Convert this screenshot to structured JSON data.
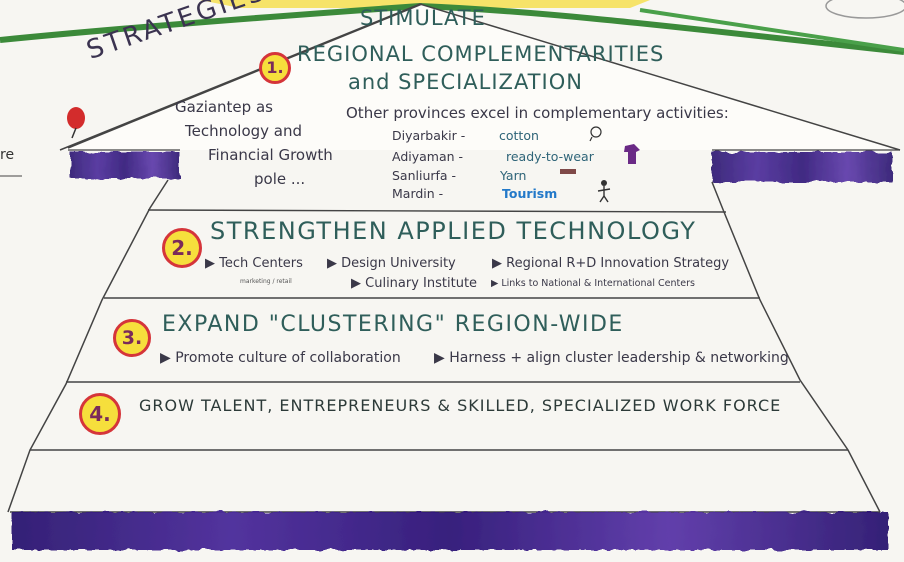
{
  "header_label": "STRATEGIES",
  "tiers": [
    {
      "number": "1.",
      "title_line1": "STIMULATE",
      "title_line2": "REGIONAL COMPLEMENTARITIES",
      "title_line3": "and SPECIALIZATION",
      "left_note": [
        "Gaziantep as",
        "Technology and",
        "Financial Growth",
        "pole ..."
      ],
      "right_note_title": "Other provinces excel in complementary activities:",
      "provinces": [
        {
          "name": "Diyarbakir -",
          "activity": "cotton"
        },
        {
          "name": "Adiyaman -",
          "activity": "ready-to-wear"
        },
        {
          "name": "Sanliurfa -",
          "activity": "Yarn"
        },
        {
          "name": "Mardin -",
          "activity": "Tourism"
        }
      ]
    },
    {
      "number": "2.",
      "title": "STRENGTHEN APPLIED TECHNOLOGY",
      "bullets": [
        "Tech Centers",
        "Design University",
        "Regional R+D Innovation Strategy",
        "Culinary Institute",
        "Links to National & International Centers"
      ],
      "small_note": "marketing / retail"
    },
    {
      "number": "3.",
      "title": "EXPAND \"CLUSTERING\" REGION-WIDE",
      "bullets": [
        "Promote culture of collaboration",
        "Harness + align cluster leadership & networking"
      ]
    },
    {
      "number": "4.",
      "title": "GROW TALENT, ENTREPRENEURS & SKILLED, SPECIALIZED WORK FORCE"
    }
  ],
  "edge_text": "re",
  "colors": {
    "purple_wash": "#3b1d8a",
    "title_teal": "#2f5e5a",
    "number_fill": "#f6df3c",
    "number_ring": "#d5353a",
    "roof_green": "#3c8a3a"
  }
}
